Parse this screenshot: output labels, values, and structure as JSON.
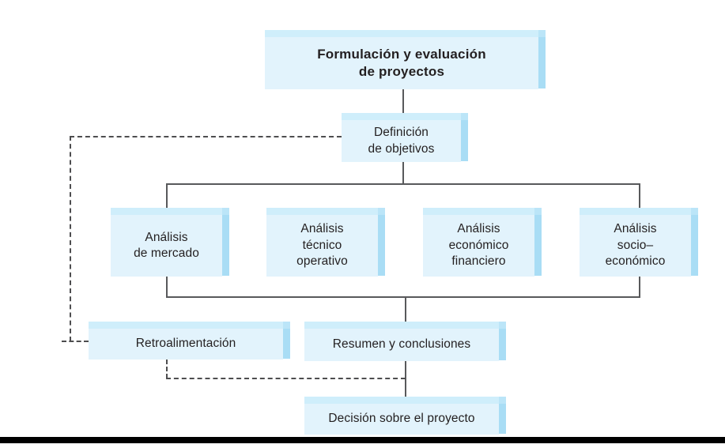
{
  "diagram": {
    "title_node": {
      "label": "Formulación y evaluación\nde proyectos",
      "line1": "Formulación y evaluación",
      "line2": "de proyectos"
    },
    "nodes": {
      "definicion": {
        "line1": "Definición",
        "line2": "de objetivos"
      },
      "analisis_mercado": {
        "line1": "Análisis",
        "line2": "de mercado"
      },
      "analisis_tecnico": {
        "line1": "Análisis",
        "line2": "técnico",
        "line3": "operativo"
      },
      "analisis_economico": {
        "line1": "Análisis",
        "line2": "económico",
        "line3": "financiero"
      },
      "analisis_socio": {
        "line1": "Análisis",
        "line2": "socio–",
        "line3": "económico"
      },
      "retroalimentacion": {
        "line1": "Retroalimentación"
      },
      "resumen": {
        "line1": "Resumen y conclusiones"
      },
      "decision": {
        "line1": "Decisión sobre el proyecto"
      }
    },
    "colors": {
      "box_fill": "#e2f3fc",
      "box_side": "#a9ddf5",
      "box_top": "#cfeefb",
      "connector": "#58595b",
      "dashed": "#4d4d4f",
      "text": "#231f20",
      "background": "#ffffff",
      "rule": "#000000"
    }
  }
}
